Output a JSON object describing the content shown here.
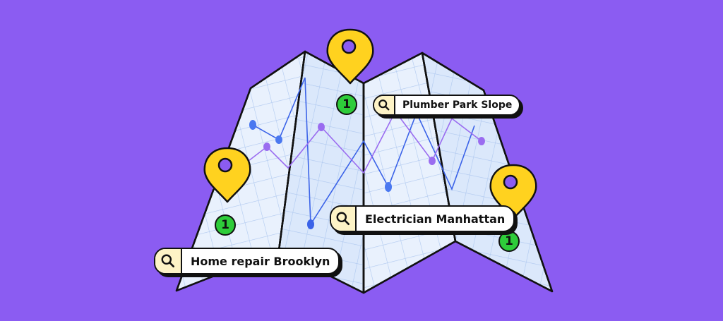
{
  "colors": {
    "background": "#8b5cf2",
    "map_fill": "#e9f1fd",
    "map_shade": "#d6e4fa",
    "grid": "#a9c4ee",
    "route_blue": "#3b63e8",
    "route_purple": "#9a6cf0",
    "pin_yellow": "#ffd21f",
    "badge_green": "#2ecc3a",
    "search_icon_bg": "#fdf3c6"
  },
  "searches": [
    {
      "icon": "search-icon",
      "text": "Plumber Park Slope"
    },
    {
      "icon": "search-icon",
      "text": "Electrician Manhattan"
    },
    {
      "icon": "search-icon",
      "text": "Home repair Brooklyn"
    }
  ],
  "pins": [
    {
      "icon": "map-pin-icon",
      "rank": "1"
    },
    {
      "icon": "map-pin-icon",
      "rank": "1"
    },
    {
      "icon": "map-pin-icon",
      "rank": "1"
    }
  ]
}
